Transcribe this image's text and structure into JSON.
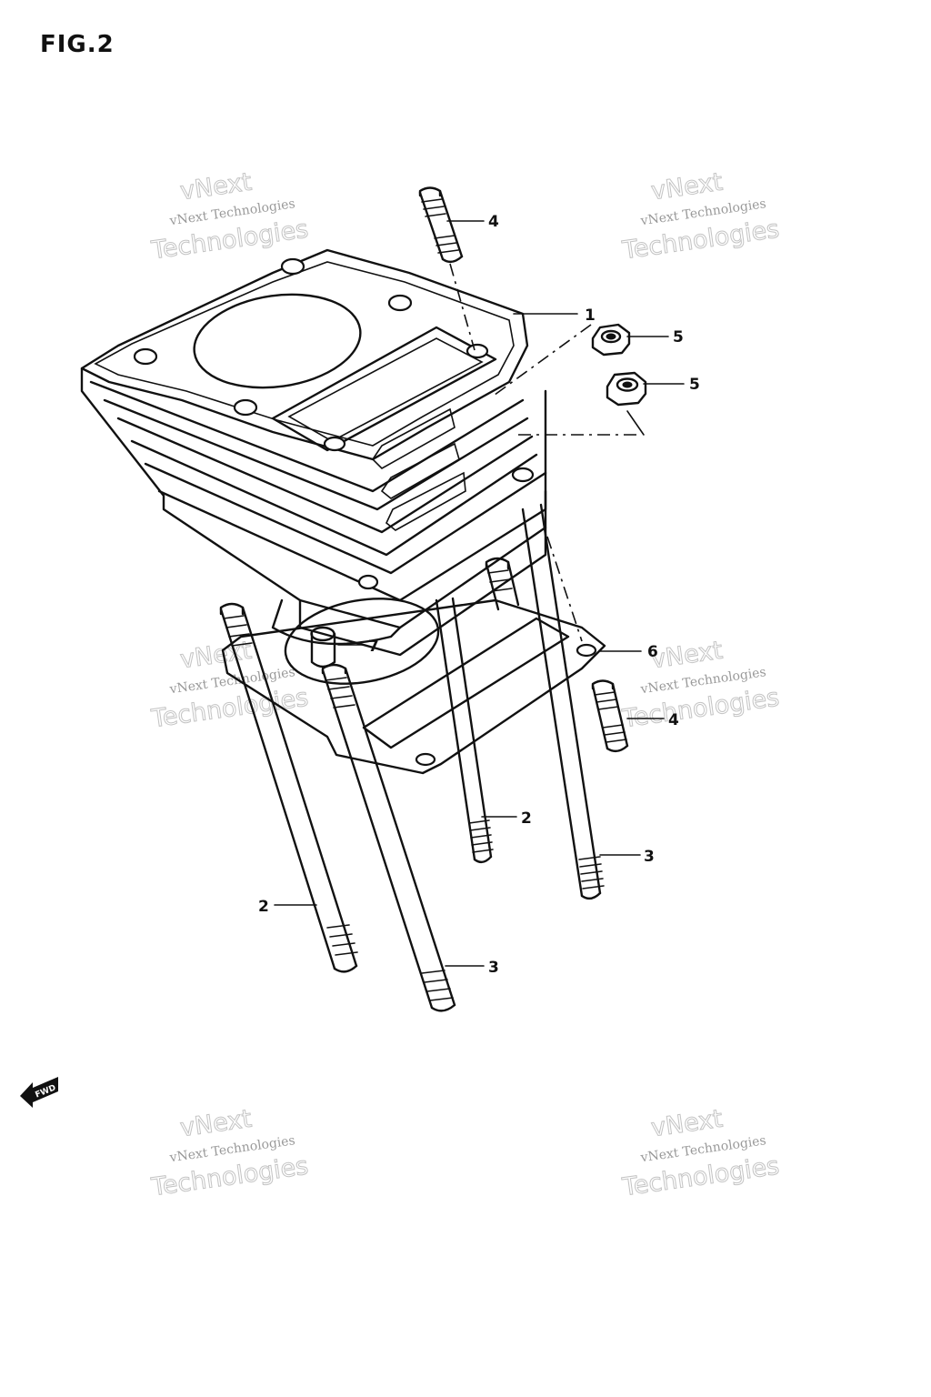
{
  "figure": {
    "title": "FIG.2"
  },
  "callouts": {
    "c1": "1",
    "c2a": "2",
    "c2b": "2",
    "c3a": "3",
    "c3b": "3",
    "c4a": "4",
    "c4b": "4",
    "c5a": "5",
    "c5b": "5",
    "c6": "6",
    "c7": "7"
  },
  "watermark": {
    "line1": "vNext Technologies",
    "line2": "Technologies",
    "line3": "vNext"
  },
  "fwd_marker": "FWD"
}
